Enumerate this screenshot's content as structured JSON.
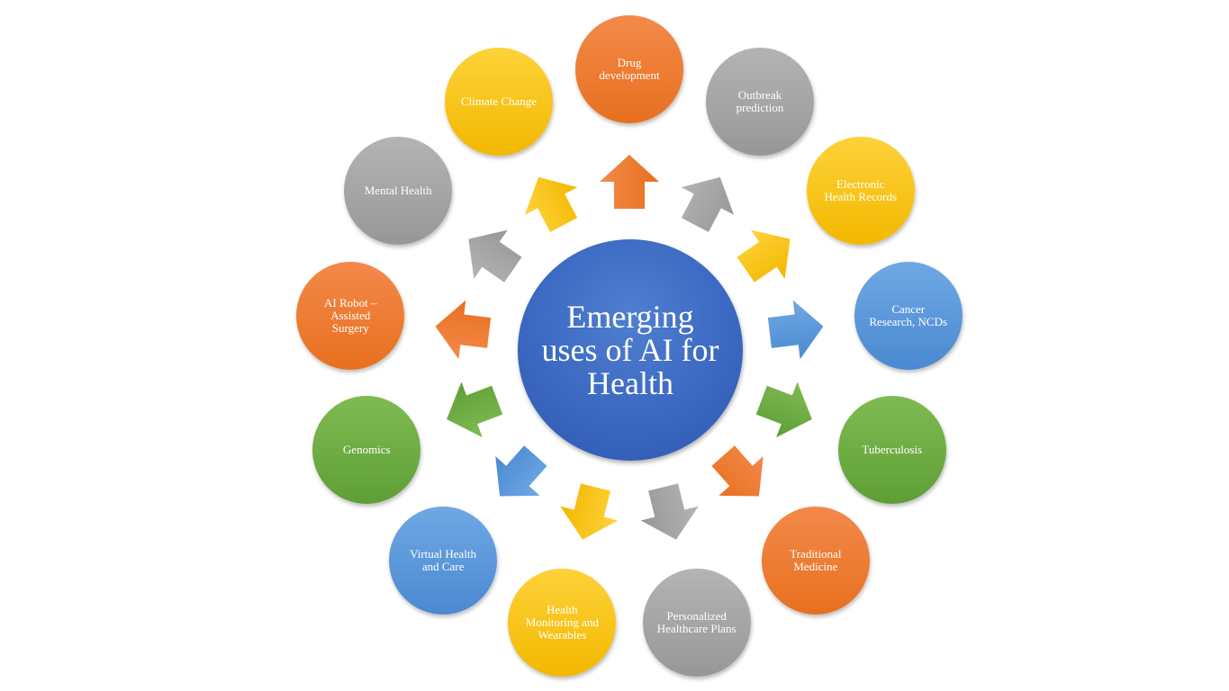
{
  "center": {
    "label": "Emerging uses of AI for Health",
    "color": "#3b68c1"
  },
  "palette": {
    "orange": [
      "#f3894a",
      "#e8701f"
    ],
    "gray": [
      "#b4b4b4",
      "#979797"
    ],
    "yellow": [
      "#fdd23a",
      "#f3b800"
    ],
    "blue": [
      "#6fa8e4",
      "#4a89d1"
    ],
    "green": [
      "#7fbb53",
      "#5f9e36"
    ]
  },
  "nodes": [
    {
      "label": "Drug development",
      "color": "orange"
    },
    {
      "label": "Outbreak prediction",
      "color": "gray"
    },
    {
      "label": "Electronic Health Records",
      "color": "yellow"
    },
    {
      "label": "Cancer Research, NCDs",
      "color": "blue"
    },
    {
      "label": "Tuberculosis",
      "color": "green"
    },
    {
      "label": "Traditional Medicine",
      "color": "orange"
    },
    {
      "label": "Personalized Healthcare Plans",
      "color": "gray"
    },
    {
      "label": "Health Monitoring and Wearables",
      "color": "yellow"
    },
    {
      "label": "Virtual Health and Care",
      "color": "blue"
    },
    {
      "label": "Genomics",
      "color": "green"
    },
    {
      "label": "AI Robot – Assisted Surgery",
      "color": "orange"
    },
    {
      "label": "Mental Health",
      "color": "gray"
    },
    {
      "label": "Climate Change",
      "color": "yellow"
    }
  ]
}
